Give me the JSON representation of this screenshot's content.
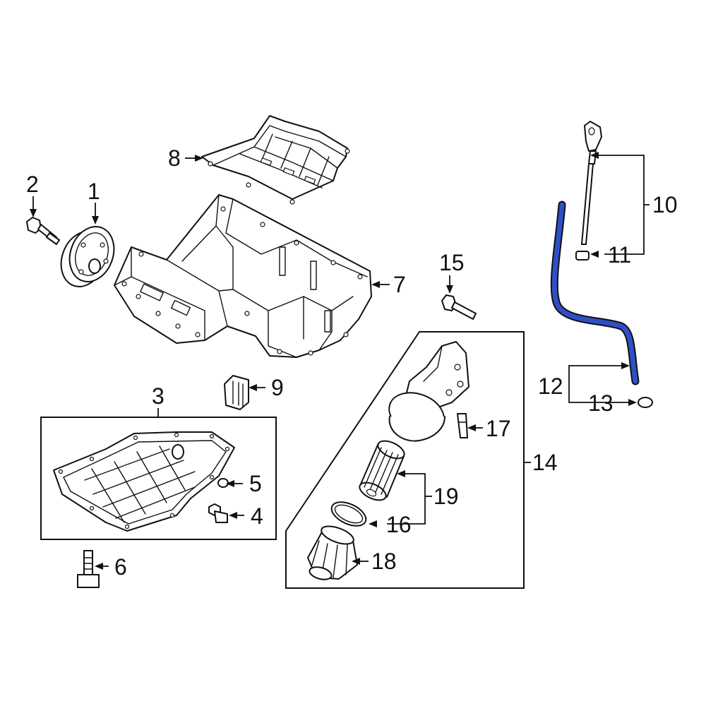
{
  "diagram": {
    "highlight_color": "#2f4fc7",
    "line_color": "#111111",
    "background": "#ffffff",
    "callouts": {
      "c1": "1",
      "c2": "2",
      "c3": "3",
      "c4": "4",
      "c5": "5",
      "c6": "6",
      "c7": "7",
      "c8": "8",
      "c9": "9",
      "c10": "10",
      "c11": "11",
      "c12": "12",
      "c13": "13",
      "c14": "14",
      "c15": "15",
      "c16": "16",
      "c17": "17",
      "c18": "18",
      "c19": "19"
    }
  }
}
